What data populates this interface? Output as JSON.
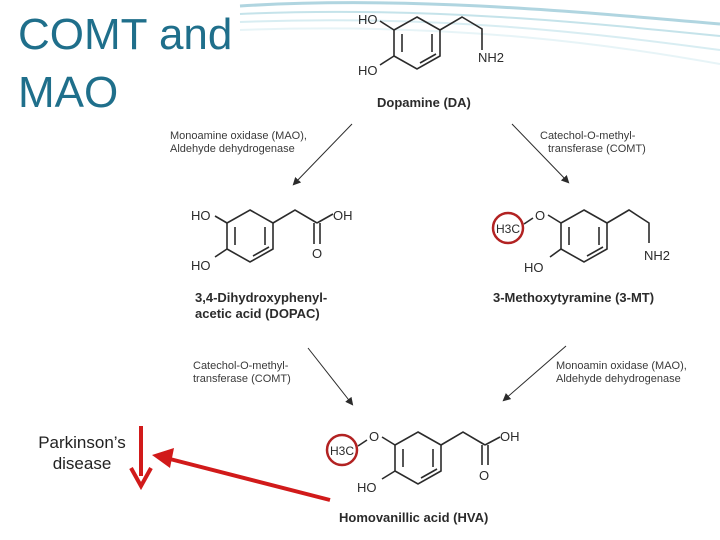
{
  "slide": {
    "title_line1": "COMT and",
    "title_line2": "MAO",
    "note_line1": "Parkinson’s",
    "note_line2": "disease"
  },
  "molecules": {
    "dopamine": {
      "name": "Dopamine (DA)",
      "groups": [
        "HO",
        "HO",
        "NH2"
      ]
    },
    "dopac": {
      "name_line1": "3,4-Dihydroxyphenyl-",
      "name_line2": "acetic acid (DOPAC)",
      "groups": [
        "HO",
        "HO",
        "OH",
        "O"
      ]
    },
    "three_mt": {
      "name": "3-Methoxytyramine (3-MT)",
      "groups": [
        "H3C",
        "O",
        "HO",
        "NH2"
      ]
    },
    "hva": {
      "name": "Homovanillic acid (HVA)",
      "groups": [
        "H3C",
        "O",
        "HO",
        "OH",
        "O"
      ]
    }
  },
  "enzymes": {
    "mao_top": [
      "Monoamine oxidase (MAO),",
      "Aldehyde dehydrogenase"
    ],
    "comt_top": [
      "Catechol-O-methyl-",
      "transferase (COMT)"
    ],
    "comt_bottom": [
      "Catechol-O-methyl-",
      "transferase (COMT)"
    ],
    "mao_bottom": [
      "Monoamin oxidase (MAO),",
      "Aldehyde dehydrogenase"
    ]
  },
  "colors": {
    "title": "#1f6f8b",
    "highlight_circle": "#b22222",
    "down_arrow": "#d11a1a",
    "enzyme_text": "#3a3a3a",
    "structure": "#2b2b2b"
  },
  "icons": {
    "down_arrow": "down-arrow-icon",
    "pointer_arrow": "pointer-arrow-icon"
  }
}
